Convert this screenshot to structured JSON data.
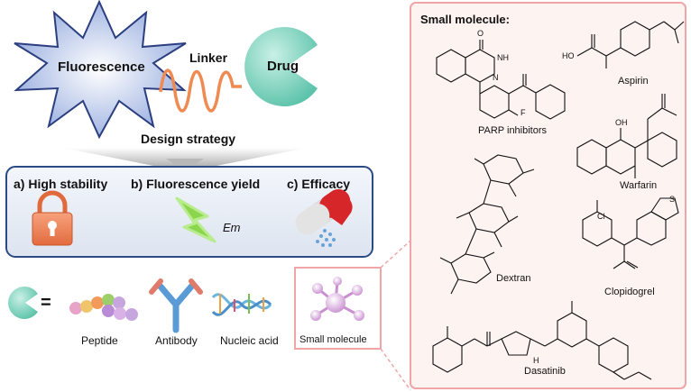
{
  "left_top": {
    "fluorescence_label": "Fluorescence",
    "linker_label": "Linker",
    "drug_label": "Drug",
    "design_strategy": "Design strategy"
  },
  "strategy_box": {
    "a_label": "a) High stability",
    "b_label": "b) Fluorescence yield",
    "c_label": "c) Efficacy",
    "em_label": "Em"
  },
  "drug_types": {
    "equals": "=",
    "peptide": "Peptide",
    "antibody": "Antibody",
    "nucleic_acid": "Nucleic acid",
    "small_molecule": "Small molecule"
  },
  "right_panel": {
    "title": "Small molecule:",
    "molecules": {
      "parp": "PARP inhibitors",
      "aspirin": "Aspirin",
      "warfarin": "Warfarin",
      "dextran": "Dextran",
      "clopidogrel": "Clopidogrel",
      "dasatinib": "Dasatinib"
    },
    "atoms": {
      "o": "O",
      "nh": "NH",
      "n": "N",
      "f": "F",
      "ho": "HO",
      "oh": "OH",
      "cl": "Cl",
      "s": "S",
      "h": "H"
    }
  },
  "colors": {
    "star_fill": "#b9c8ea",
    "star_stroke": "#2b3f80",
    "linker": "#ee8a52",
    "drug": "#7fd3bf",
    "box_border": "#2b4a84",
    "lock": "#f08a60",
    "bolt": "#8bd64c",
    "capsule_red": "#d6262a",
    "panel_border": "#f0a6a6",
    "panel_fill": "#fdf3f1",
    "antibody_blue": "#5b9bd5",
    "antibody_red": "#e07a6a"
  }
}
